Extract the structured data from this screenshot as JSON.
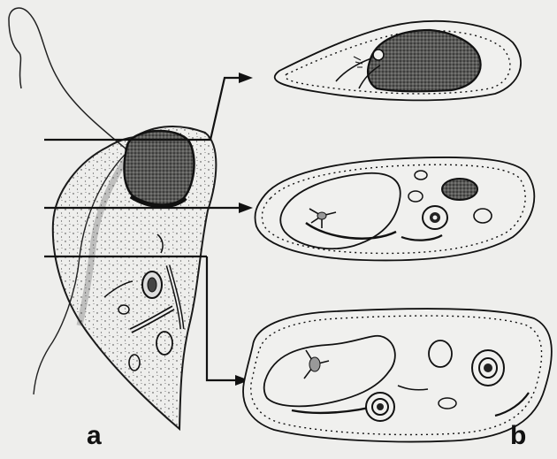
{
  "figure": {
    "panel_a_label": "a",
    "panel_b_label": "b",
    "sections": 3
  },
  "colors": {
    "background": "#eeeeec",
    "ink": "#111111"
  }
}
